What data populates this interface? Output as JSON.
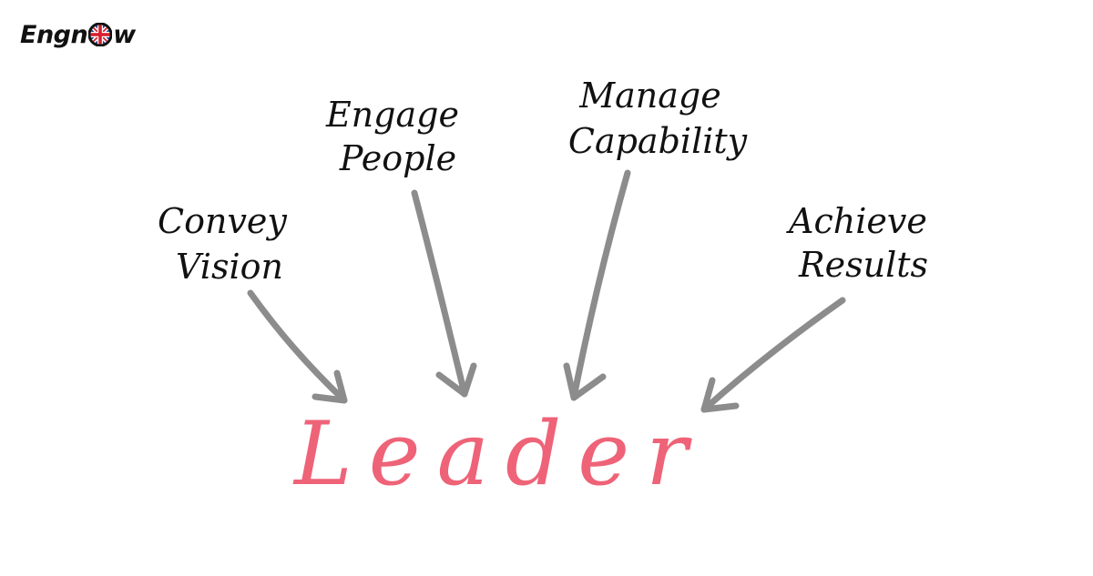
{
  "brand": {
    "prefix": "Engn",
    "suffix": "w",
    "icon": "uk-flag-icon",
    "colors": {
      "text": "#111111",
      "flag_blue": "#1d3f8f",
      "flag_red": "#d8202c"
    }
  },
  "diagram": {
    "center": {
      "label": "Leader",
      "color": "#ee6378"
    },
    "nodes": [
      {
        "id": "convey-vision",
        "lines": [
          "Convey",
          "Vision"
        ]
      },
      {
        "id": "engage-people",
        "lines": [
          "Engage",
          "People"
        ]
      },
      {
        "id": "manage-capability",
        "lines": [
          "Manage",
          "Capability"
        ]
      },
      {
        "id": "achieve-results",
        "lines": [
          "Achieve",
          "Results"
        ]
      }
    ],
    "arrow_color": "#8c8c8c",
    "text_color": "#111111"
  }
}
